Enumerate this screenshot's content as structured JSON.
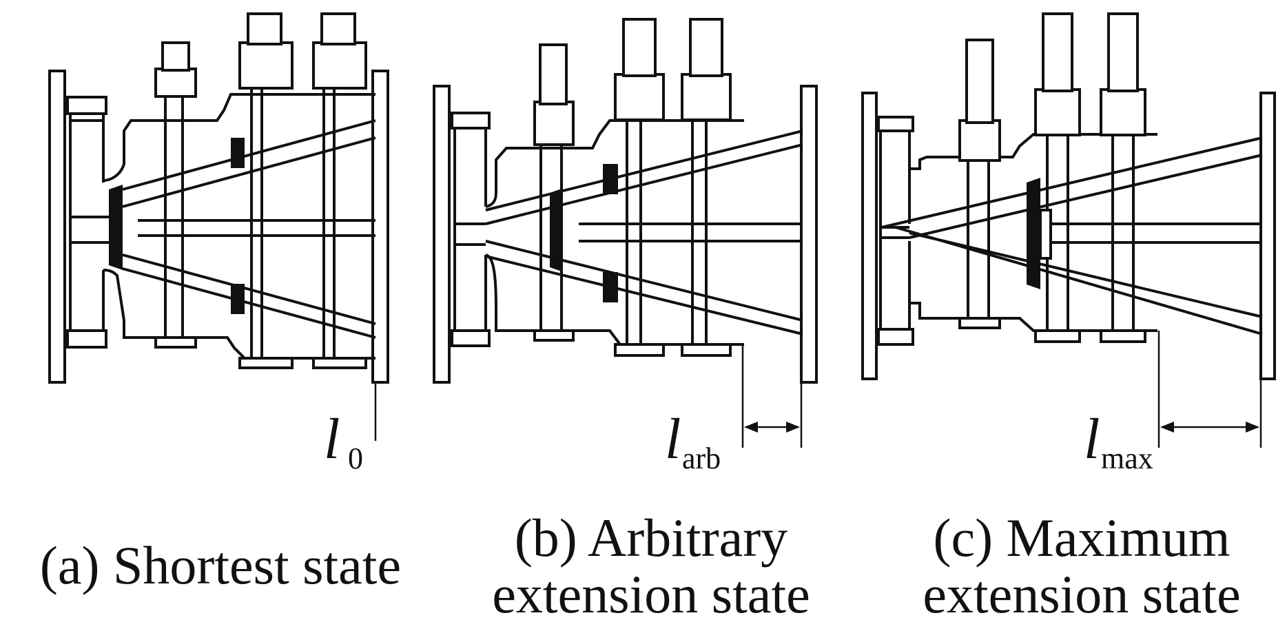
{
  "panels": [
    {
      "id": "a",
      "caption": [
        "(a) Shortest state"
      ],
      "length_symbol": "l",
      "length_subscript": "0"
    },
    {
      "id": "b",
      "caption": [
        "(b) Arbitrary",
        "extension state"
      ],
      "length_symbol": "l",
      "length_subscript": "arb"
    },
    {
      "id": "c",
      "caption": [
        "(c) Maximum",
        "extension state"
      ],
      "length_symbol": "l",
      "length_subscript": "max"
    }
  ],
  "colors": {
    "line": "#111111",
    "background": "#ffffff"
  }
}
